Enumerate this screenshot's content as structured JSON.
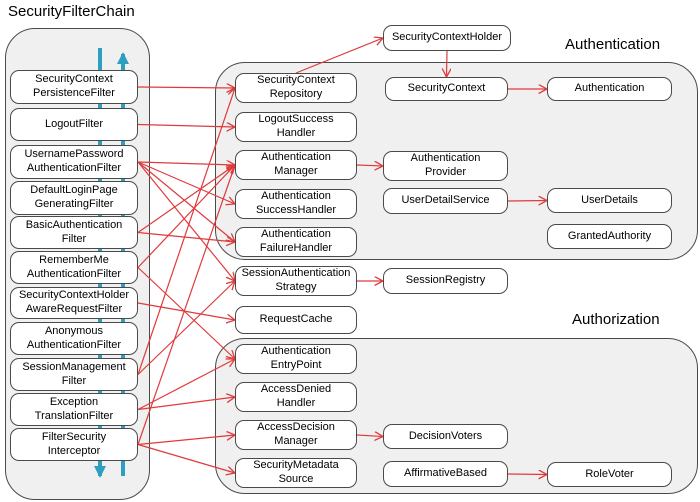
{
  "title": "SecurityFilterChain",
  "groups": {
    "authentication_label": "Authentication",
    "authorization_label": "Authorization"
  },
  "colors": {
    "relation_arrow": "#E03A3C",
    "chain_flow": "#2F9FC1",
    "box_border": "#4A4A4A",
    "group_fill": "#F0F0F0"
  },
  "nodes": {
    "scpf": {
      "label": "SecurityContext\nPersistenceFilter"
    },
    "logout": {
      "label": "LogoutFilter"
    },
    "upaf": {
      "label": "UsernamePassword\nAuthenticationFilter"
    },
    "dlpg": {
      "label": "DefaultLoginPage\nGeneratingFilter"
    },
    "basic": {
      "label": "BasicAuthentication\nFilter"
    },
    "remember": {
      "label": "RememberMe\nAuthenticationFilter"
    },
    "scharf": {
      "label": "SecurityContextHolder\nAwareRequestFilter"
    },
    "anon": {
      "label": "Anonymous\nAuthenticationFilter"
    },
    "sessmgmt": {
      "label": "SessionManagement\nFilter"
    },
    "extrans": {
      "label": "Exception\nTranslationFilter"
    },
    "fsi": {
      "label": "FilterSecurity\nInterceptor"
    },
    "holder": {
      "label": "SecurityContextHolder"
    },
    "repo": {
      "label": "SecurityContext\nRepository"
    },
    "sctx": {
      "label": "SecurityContext"
    },
    "auth": {
      "label": "Authentication"
    },
    "logoutsuccess": {
      "label": "LogoutSuccess\nHandler"
    },
    "authmgr": {
      "label": "Authentication\nManager"
    },
    "authprov": {
      "label": "Authentication\nProvider"
    },
    "authsucc": {
      "label": "Authentication\nSuccessHandler"
    },
    "uds": {
      "label": "UserDetailService"
    },
    "userdetails": {
      "label": "UserDetails"
    },
    "authfail": {
      "label": "Authentication\nFailureHandler"
    },
    "granted": {
      "label": "GrantedAuthority"
    },
    "sas": {
      "label": "SessionAuthentication\nStrategy"
    },
    "sessreg": {
      "label": "SessionRegistry"
    },
    "reqcache": {
      "label": "RequestCache"
    },
    "aep": {
      "label": "Authentication\nEntryPoint"
    },
    "adh": {
      "label": "AccessDenied\nHandler"
    },
    "adm": {
      "label": "AccessDecision\nManager"
    },
    "voters": {
      "label": "DecisionVoters"
    },
    "metadata": {
      "label": "SecurityMetadata\nSource"
    },
    "affirm": {
      "label": "AffirmativeBased"
    },
    "rolevoter": {
      "label": "RoleVoter"
    }
  },
  "edges": [
    {
      "from": "scpf",
      "to": "repo"
    },
    {
      "from": "logout",
      "to": "logoutsuccess"
    },
    {
      "from": "upaf",
      "to": "authmgr"
    },
    {
      "from": "upaf",
      "to": "authsucc"
    },
    {
      "from": "upaf",
      "to": "authfail"
    },
    {
      "from": "upaf",
      "to": "sas"
    },
    {
      "from": "basic",
      "to": "authmgr"
    },
    {
      "from": "basic",
      "to": "authfail"
    },
    {
      "from": "remember",
      "to": "authmgr"
    },
    {
      "from": "remember",
      "to": "aep"
    },
    {
      "from": "scharf",
      "to": "reqcache"
    },
    {
      "from": "sessmgmt",
      "to": "repo"
    },
    {
      "from": "sessmgmt",
      "to": "sas"
    },
    {
      "from": "extrans",
      "to": "aep"
    },
    {
      "from": "extrans",
      "to": "adh"
    },
    {
      "from": "fsi",
      "to": "authmgr"
    },
    {
      "from": "fsi",
      "to": "adm"
    },
    {
      "from": "fsi",
      "to": "metadata"
    },
    {
      "from": "repo",
      "to": "holder",
      "fromSide": "top"
    },
    {
      "from": "holder",
      "to": "sctx",
      "fromSide": "bottom",
      "toSide": "top"
    },
    {
      "from": "sctx",
      "to": "auth"
    },
    {
      "from": "authmgr",
      "to": "authprov"
    },
    {
      "from": "uds",
      "to": "userdetails"
    },
    {
      "from": "sas",
      "to": "sessreg"
    },
    {
      "from": "adm",
      "to": "voters"
    },
    {
      "from": "affirm",
      "to": "rolevoter"
    }
  ]
}
